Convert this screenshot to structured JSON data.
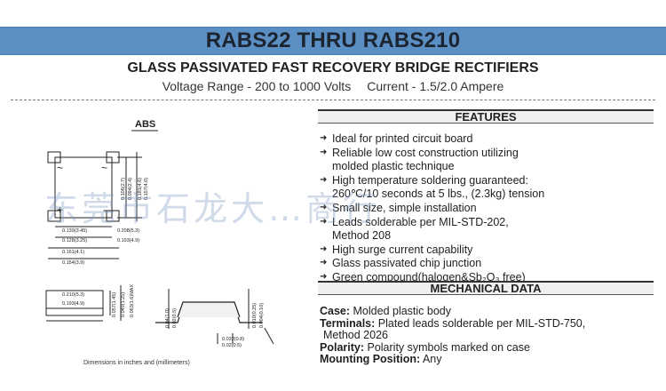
{
  "header": {
    "title": "RABS22 THRU RABS210",
    "subtitle": "GLASS PASSIVATED FAST RECOVERY BRIDGE RECTIFIERS",
    "voltage_range": "Voltage Range - 200 to 1000 Volts",
    "current": "Current - 1.5/2.0 Ampere"
  },
  "drawing": {
    "package_label": "ABS",
    "top_view": {
      "pin_marks": [
        "~",
        "~",
        "+",
        "-"
      ],
      "dims_horizontal": [
        "0.139(3.45)",
        "0.128(3.25)",
        "0.161(4.1)",
        "0.154(3.9)"
      ],
      "dims_vertical": [
        "0.106(2.7)",
        "0.094(2.4)",
        "0.181(4.6)",
        "0.157(4.0)"
      ],
      "dims_side": [
        "0.208(5.3)",
        "0.193(4.9)"
      ]
    },
    "bottom_view": {
      "dims_left": [
        "0.210(5.3)",
        "0.193(4.9)"
      ],
      "dims_vertical": [
        "0.057(1.45)",
        "0.049(1.25)",
        "0.063(1.6)MAX"
      ],
      "dims_mid": [
        "0.032(0.8)",
        "0.02(0.5)",
        "0.04(1.0)",
        "0.02(0.5)"
      ],
      "dims_right": [
        "0.010(0.25)",
        "0.004(0.10)"
      ]
    },
    "note": "Dimensions in inches and (millimeters)"
  },
  "features": {
    "heading": "FEATURES",
    "items": [
      "Ideal for printed circuit board",
      "Reliable low cost construction utilizing",
      "molded plastic technique",
      "High temperature soldering guaranteed:",
      "260℃/10 seconds at 5 lbs., (2.3kg) tension",
      "Small size, simple installation",
      "Leads solderable per MIL-STD-202,",
      "Method 208",
      "High surge current capability",
      "Glass passivated chip junction",
      "Green compound(halogen&Sb₂O₃ free)"
    ],
    "bulleted": [
      true,
      true,
      false,
      true,
      false,
      true,
      true,
      false,
      true,
      true,
      true
    ]
  },
  "mechanical": {
    "heading": "MECHANICAL DATA",
    "rows": [
      {
        "label": "Case:",
        "value": " Molded plastic body"
      },
      {
        "label": "Terminals:",
        "value": " Plated leads solderable per MIL-STD-750,"
      },
      {
        "label": "",
        "value": "Method 2026"
      },
      {
        "label": "Polarity:",
        "value": " Polarity symbols marked on case"
      },
      {
        "label": "Mounting Position:",
        "value": " Any"
      }
    ]
  },
  "watermark": "东莞市石龙大…商行",
  "colors": {
    "title_bar": "#5b8fc3",
    "watermark": "rgba(120,150,190,0.35)"
  }
}
